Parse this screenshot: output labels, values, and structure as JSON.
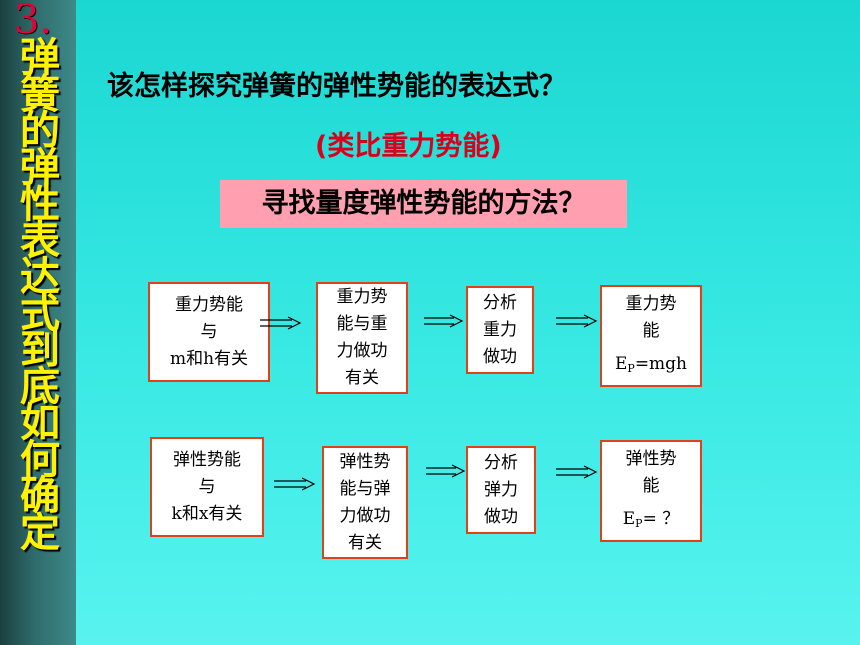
{
  "sidebar": {
    "number": "3.",
    "title": "弹簧的弹性表达式到底如何确定"
  },
  "main": {
    "question": "该怎样探究弹簧的弹性势能的表达式？",
    "analogy": "(类比重力势能)",
    "method": "寻找量度弹性势能的方法？"
  },
  "row1": {
    "box1": [
      "重力势能",
      "与",
      "m和h有关"
    ],
    "box2": [
      "重力势",
      "能与重",
      "力做功",
      "有关"
    ],
    "box3": [
      "分析",
      "重力",
      "做功"
    ],
    "box4": [
      "重力势",
      "能"
    ],
    "formula_prefix": "E",
    "formula_sub": "P",
    "formula_value": "=mgh"
  },
  "row2": {
    "box1": [
      "弹性势能",
      "与",
      "k和x有关"
    ],
    "box2": [
      "弹性势",
      "能与弹",
      "力做功",
      "有关"
    ],
    "box3": [
      "分析",
      "弹力",
      "做功"
    ],
    "box4": [
      "弹性势",
      "能"
    ],
    "formula_prefix": "E",
    "formula_sub": "P",
    "formula_value": "= ？"
  },
  "colors": {
    "background": "#2ee0da",
    "sidebar_title": "#fff200",
    "sidebar_number": "#e4003a",
    "analogy": "#d8001c",
    "method_bg": "#ff9fb0",
    "box_border": "#e0401a"
  }
}
